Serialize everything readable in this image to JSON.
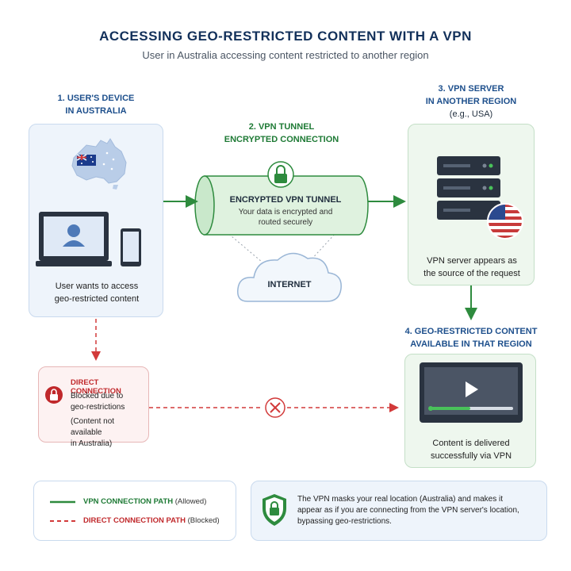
{
  "header": {
    "title": "ACCESSING GEO-RESTRICTED CONTENT WITH A VPN",
    "subtitle": "User in Australia accessing content restricted to another region"
  },
  "device": {
    "heading_line1": "1. USER'S DEVICE",
    "heading_line2": "IN AUSTRALIA",
    "caption_line1": "User wants to access",
    "caption_line2": "geo-restricted content"
  },
  "tunnel": {
    "heading_line1": "2. VPN TUNNEL",
    "heading_line2": "ENCRYPTED CONNECTION",
    "label": "ENCRYPTED VPN TUNNEL",
    "desc_line1": "Your data is encrypted and",
    "desc_line2": "routed securely"
  },
  "internet": {
    "label": "INTERNET"
  },
  "server": {
    "heading_line1": "3. VPN SERVER",
    "heading_line2": "IN ANOTHER REGION",
    "heading_line3": "(e.g., USA)",
    "caption_line1": "VPN server appears as",
    "caption_line2": "the source of the request"
  },
  "content": {
    "heading_line1": "4. GEO-RESTRICTED CONTENT",
    "heading_line2": "AVAILABLE IN THAT REGION",
    "caption_line1": "Content is delivered",
    "caption_line2": "successfully via VPN"
  },
  "direct": {
    "title": "DIRECT CONNECTION",
    "line1": "Blocked due to",
    "line2": "geo-restrictions",
    "line3": "(Content not available",
    "line4": "in Australia)"
  },
  "legend": {
    "vpn_label": "VPN CONNECTION PATH",
    "vpn_note": "(Allowed)",
    "direct_label": "DIRECT CONNECTION PATH",
    "direct_note": "(Blocked)"
  },
  "note": {
    "line1": "The VPN masks your real location (Australia) and makes it",
    "line2": "appear as if you are connecting from the VPN server's location,",
    "line3": "bypassing geo-restrictions."
  },
  "colors": {
    "vpn_path": "#2e8b3e",
    "direct_path": "#d23a3a",
    "heading_blue": "#1d4f8c",
    "heading_green": "#1e7a35"
  }
}
